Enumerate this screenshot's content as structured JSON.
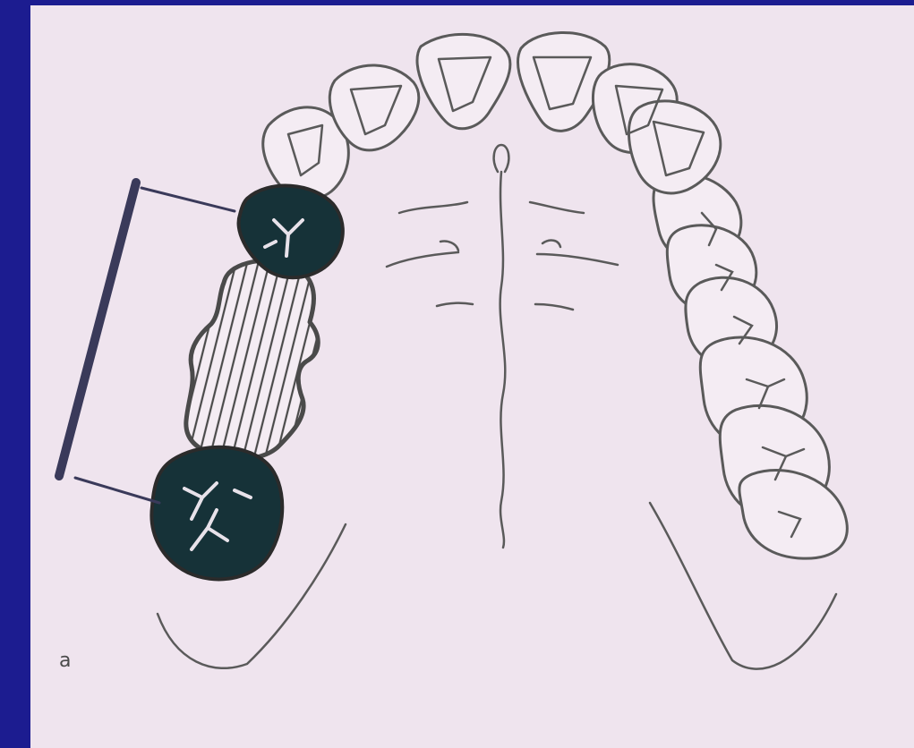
{
  "figure": {
    "label": "a"
  },
  "colors": {
    "frame": "#1c1c90",
    "panel": "#efe4ee",
    "outline": "#5a5a5a",
    "abutment_fill": "#163238",
    "pontic_hatch": "#4a4a4a",
    "span_bar": "#3a3a5a"
  },
  "diagram": {
    "subject": "maxillary-arch-occlusal-view",
    "restoration": "fixed-partial-denture",
    "units": [
      {
        "role": "abutment",
        "highlight": "solid"
      },
      {
        "role": "pontic",
        "highlight": "hatched"
      },
      {
        "role": "abutment",
        "highlight": "solid"
      }
    ]
  }
}
